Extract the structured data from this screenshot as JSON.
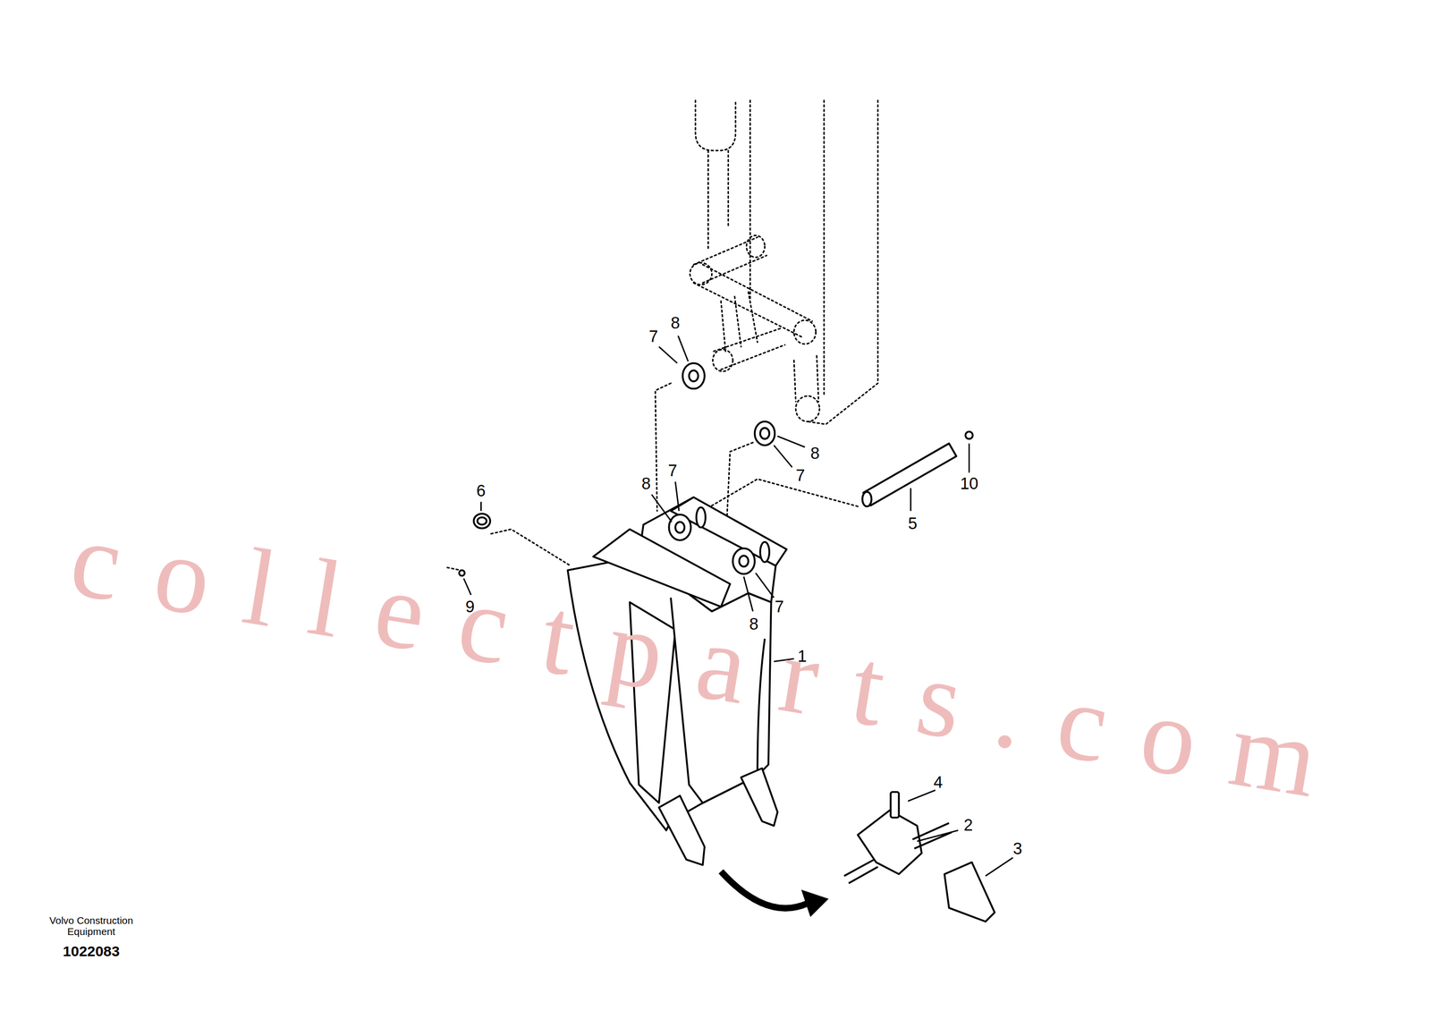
{
  "diagram": {
    "labels": [
      "7",
      "8",
      "8",
      "7",
      "10",
      "5",
      "6",
      "8",
      "7",
      "9",
      "7",
      "8",
      "1",
      "4",
      "2",
      "3",
      "Volvo Construction Equipment",
      "1022083",
      "collectparts.com"
    ]
  }
}
